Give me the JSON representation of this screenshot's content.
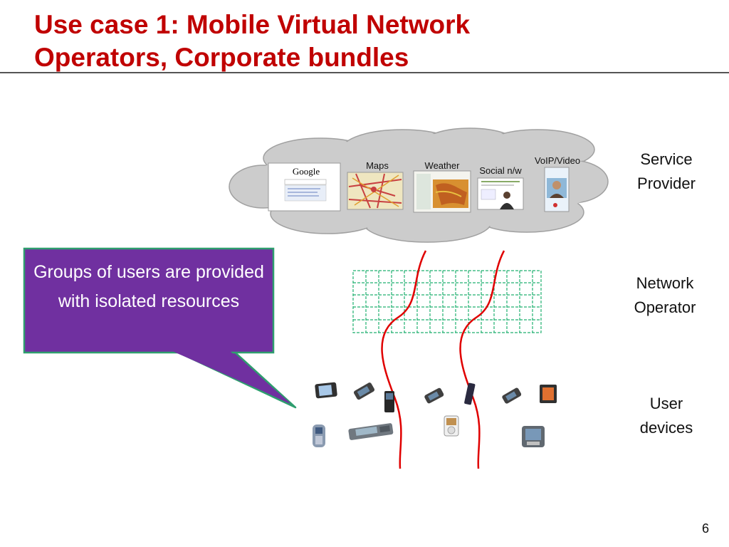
{
  "slide": {
    "title_line1": "Use case 1: Mobile Virtual Network",
    "title_line2": "Operators, Corporate bundles",
    "page_number": "6"
  },
  "layers": {
    "service_provider": {
      "line1": "Service",
      "line2": "Provider"
    },
    "network_operator": {
      "line1": "Network",
      "line2": "Operator"
    },
    "user_devices": {
      "line1": "User",
      "line2": "devices"
    }
  },
  "services": {
    "google": "Google",
    "maps": "Maps",
    "weather": "Weather",
    "social": "Social n/w",
    "voip": "VoIP/Video"
  },
  "callout": {
    "text": "Groups of users are provided with isolated resources",
    "fill_color": "#7030a0",
    "border_color": "#2e9e6e"
  },
  "colors": {
    "title": "#c00000",
    "slice_lines": "#e00000",
    "grid": "#20b070"
  }
}
